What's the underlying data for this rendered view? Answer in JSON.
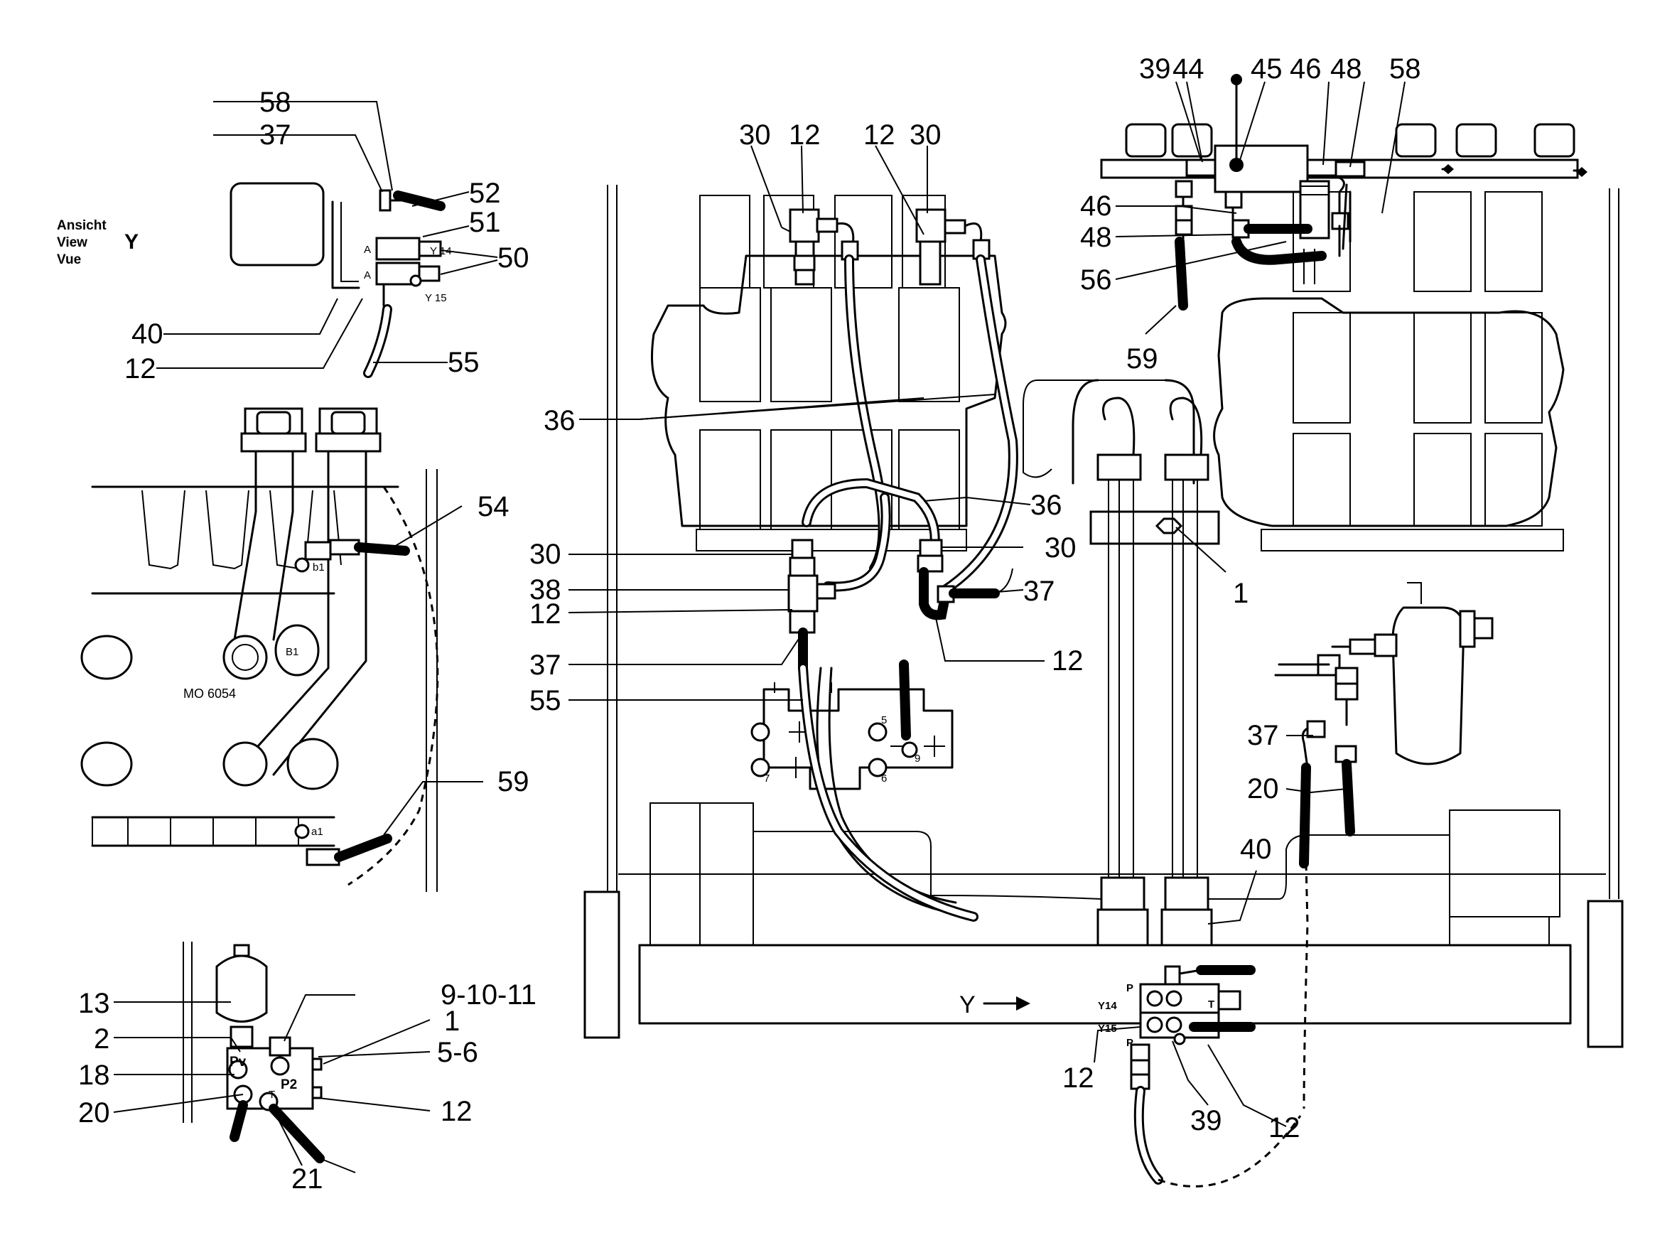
{
  "view": {
    "title_lines": [
      "Ansicht",
      "View",
      "Vue"
    ],
    "letter": "Y",
    "arrow_label": "Y"
  },
  "markings": {
    "engine_code": "MO 6054",
    "port_b1": "b1",
    "port_a1": "a1",
    "port_B1": "B1",
    "port_A": "A",
    "port_P": "P",
    "port_T": "T",
    "port_Pv": "Pv",
    "port_P2": "P2",
    "y14": "Y 14",
    "y15": "Y 15",
    "y14b": "Y14",
    "y15b": "Y15",
    "c5": "5",
    "c6": "6",
    "c7": "7",
    "c9": "9"
  },
  "callouts": {
    "tl_58": "58",
    "tl_37": "37",
    "tl_52": "52",
    "tl_51": "51",
    "tl_50": "50",
    "tl_40": "40",
    "tl_12": "12",
    "tl_55": "55",
    "ml_54": "54",
    "ml_59": "59",
    "bl_13": "13",
    "bl_2": "2",
    "bl_18": "18",
    "bl_20": "20",
    "bl_91011": "9-10-11",
    "bl_1": "1",
    "bl_56": "5-6",
    "bl_12": "12",
    "bl_21": "21",
    "c_30a": "30",
    "c_12a": "12",
    "c_12b": "12",
    "c_30b": "30",
    "c_36a": "36",
    "c_36b": "36",
    "c_30c": "30",
    "c_38": "38",
    "c_12c": "12",
    "c_37a": "37",
    "c_55": "55",
    "c_30d": "30",
    "c_37b": "37",
    "c_12d": "12",
    "c_1": "1",
    "tr_39": "39",
    "tr_44": "44",
    "tr_45": "45",
    "tr_46a": "46",
    "tr_48a": "48",
    "tr_58": "58",
    "tr_46b": "46",
    "tr_48b": "48",
    "tr_56": "56",
    "tr_59": "59",
    "r_37": "37",
    "r_20": "20",
    "r_40": "40",
    "b_12a": "12",
    "b_39": "39",
    "b_12b": "12"
  }
}
